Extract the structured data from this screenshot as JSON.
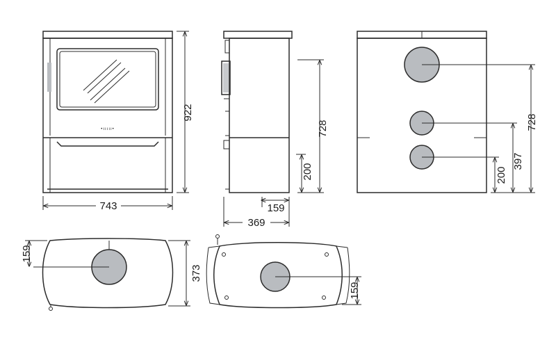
{
  "dimensions": {
    "front_height": "922",
    "front_width": "743",
    "side_height": "728",
    "side_flue_height": "200",
    "side_depth_inner": "159",
    "side_depth": "369",
    "back_top_outlet": "728",
    "back_mid_outlet": "397",
    "back_low_outlet": "200",
    "top_offset": "159",
    "top_depth": "373",
    "bottom_offset": "159"
  },
  "logo_text": "•ııııı•",
  "colors": {
    "line": "#2b2b2b",
    "outlet_fill": "#b9bcc0",
    "background": "#ffffff"
  }
}
